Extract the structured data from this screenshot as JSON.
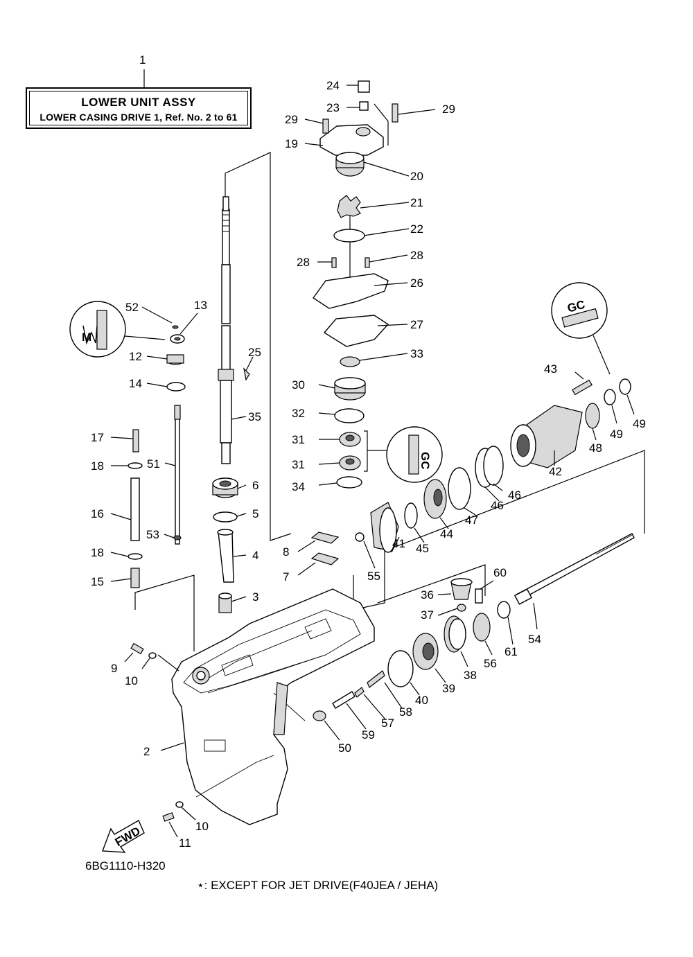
{
  "title_box": {
    "main": "LOWER UNIT ASSY",
    "sub": "LOWER CASING DRIVE 1,  Ref. No. 2 to 61"
  },
  "diagram_code": "6BG1110-H320",
  "footnote": "⋆: EXCEPT FOR JET DRIVE(F40JEA / JEHA)",
  "fwd_marker": "FWD",
  "callouts": [
    {
      "id": "c1",
      "text": "1"
    },
    {
      "id": "c2",
      "text": "2"
    },
    {
      "id": "c3",
      "text": "3"
    },
    {
      "id": "c4",
      "text": "4"
    },
    {
      "id": "c5",
      "text": "5"
    },
    {
      "id": "c6",
      "text": "6"
    },
    {
      "id": "c7",
      "text": "7"
    },
    {
      "id": "c8",
      "text": "8"
    },
    {
      "id": "c9",
      "text": "9"
    },
    {
      "id": "c10a",
      "text": "10"
    },
    {
      "id": "c10b",
      "text": "10"
    },
    {
      "id": "c11",
      "text": "11"
    },
    {
      "id": "c12",
      "text": "12"
    },
    {
      "id": "c13",
      "text": "13"
    },
    {
      "id": "c14",
      "text": "14"
    },
    {
      "id": "c15",
      "text": "15"
    },
    {
      "id": "c16",
      "text": "16"
    },
    {
      "id": "c17",
      "text": "17"
    },
    {
      "id": "c18a",
      "text": "18"
    },
    {
      "id": "c18b",
      "text": "18"
    },
    {
      "id": "c19",
      "text": "19"
    },
    {
      "id": "c20",
      "text": "20"
    },
    {
      "id": "c21",
      "text": "21"
    },
    {
      "id": "c22",
      "text": "22"
    },
    {
      "id": "c23",
      "text": "23"
    },
    {
      "id": "c24",
      "text": "24"
    },
    {
      "id": "c25",
      "text": "25"
    },
    {
      "id": "c26",
      "text": "26"
    },
    {
      "id": "c27",
      "text": "27"
    },
    {
      "id": "c28a",
      "text": "28"
    },
    {
      "id": "c28b",
      "text": "28"
    },
    {
      "id": "c29a",
      "text": "29"
    },
    {
      "id": "c29b",
      "text": "29"
    },
    {
      "id": "c30",
      "text": "30"
    },
    {
      "id": "c31a",
      "text": "31"
    },
    {
      "id": "c31b",
      "text": "31"
    },
    {
      "id": "c32",
      "text": "32"
    },
    {
      "id": "c33",
      "text": "33"
    },
    {
      "id": "c34",
      "text": "34"
    },
    {
      "id": "c35",
      "text": "35"
    },
    {
      "id": "c36",
      "text": "36"
    },
    {
      "id": "c37",
      "text": "37"
    },
    {
      "id": "c38",
      "text": "38"
    },
    {
      "id": "c39",
      "text": "39"
    },
    {
      "id": "c40",
      "text": "40"
    },
    {
      "id": "c41",
      "text": "41"
    },
    {
      "id": "c42",
      "text": "42"
    },
    {
      "id": "c43",
      "text": "43"
    },
    {
      "id": "c44",
      "text": "44"
    },
    {
      "id": "c45",
      "text": "45"
    },
    {
      "id": "c46a",
      "text": "46"
    },
    {
      "id": "c46b",
      "text": "46"
    },
    {
      "id": "c47",
      "text": "47"
    },
    {
      "id": "c48",
      "text": "48"
    },
    {
      "id": "c49a",
      "text": "49"
    },
    {
      "id": "c49b",
      "text": "49"
    },
    {
      "id": "c50",
      "text": "50"
    },
    {
      "id": "c51",
      "text": "51"
    },
    {
      "id": "c52",
      "text": "52"
    },
    {
      "id": "c53",
      "text": "53"
    },
    {
      "id": "c54",
      "text": "54"
    },
    {
      "id": "c55",
      "text": "55"
    },
    {
      "id": "c56",
      "text": "56"
    },
    {
      "id": "c57",
      "text": "57"
    },
    {
      "id": "c58",
      "text": "58"
    },
    {
      "id": "c59",
      "text": "59"
    },
    {
      "id": "c60",
      "text": "60"
    },
    {
      "id": "c61",
      "text": "61"
    }
  ],
  "symbols": [
    {
      "name": "grease-m-symbol",
      "label": "M"
    },
    {
      "name": "gear-oil-gc-symbol",
      "label": "GC"
    },
    {
      "name": "gear-oil-gc-symbol",
      "label": "GC"
    }
  ]
}
